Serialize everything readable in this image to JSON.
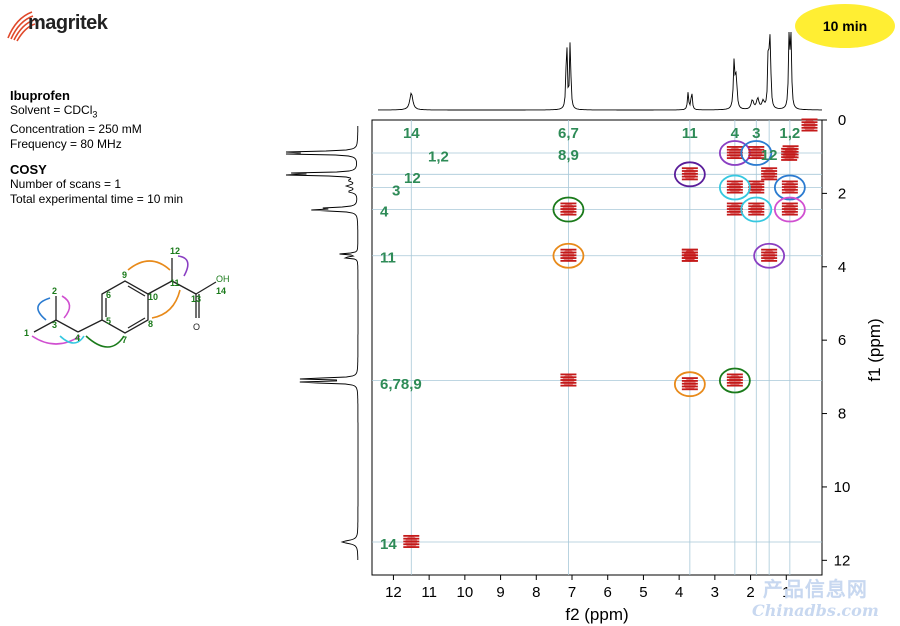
{
  "logo": {
    "text": "magritek"
  },
  "badge": {
    "text": "10 min"
  },
  "info": {
    "compound": "Ibuprofen",
    "solvent_prefix": "Solvent = CDCl",
    "solvent_sub": "3",
    "concentration": "Concentration = 250 mM",
    "frequency": "Frequency = 80 MHz",
    "experiment": "COSY",
    "scans": "Number of scans = 1",
    "total_time": "Total experimental time = 10 min"
  },
  "molecule": {
    "labels": {
      "c1": "1",
      "c2": "2",
      "c3": "3",
      "c4": "4",
      "c5": "5",
      "c6": "6",
      "c7": "7",
      "c8": "8",
      "c9": "9",
      "c10": "10",
      "c11": "11",
      "c12": "12",
      "c13": "13",
      "c14": "14",
      "o": "O",
      "oh": "OH"
    }
  },
  "watermark": {
    "cn": "产品信息网",
    "en": "Chinadbs.com"
  },
  "chart_data": {
    "type": "scatter",
    "xlabel": "f2 (ppm)",
    "ylabel": "f1 (ppm)",
    "xlim": [
      12.6,
      0.0
    ],
    "ylim": [
      0.0,
      12.4
    ],
    "xticks": [
      12,
      11,
      10,
      9,
      8,
      7,
      6,
      5,
      4,
      3,
      2,
      1
    ],
    "yticks": [
      0,
      2,
      4,
      6,
      8,
      10,
      12
    ],
    "diagonal_peaks": [
      {
        "x": 0.88,
        "y": 0.88
      },
      {
        "x": 0.92,
        "y": 0.95
      },
      {
        "x": 1.48,
        "y": 1.48
      },
      {
        "x": 1.84,
        "y": 1.84
      },
      {
        "x": 2.44,
        "y": 2.44
      },
      {
        "x": 3.7,
        "y": 3.7
      },
      {
        "x": 7.1,
        "y": 7.1
      },
      {
        "x": 11.5,
        "y": 11.5
      },
      {
        "x": 0.35,
        "y": 0.15
      }
    ],
    "cross_peaks": [
      {
        "x": 2.44,
        "y": 0.9,
        "color": "#8a3fc2"
      },
      {
        "x": 1.84,
        "y": 0.9,
        "color": "#2b7bd0"
      },
      {
        "x": 3.7,
        "y": 1.48,
        "color": "#5a1d9a"
      },
      {
        "x": 2.44,
        "y": 1.84,
        "color": "#35c8e0"
      },
      {
        "x": 0.9,
        "y": 1.84,
        "color": "#2b7bd0"
      },
      {
        "x": 1.84,
        "y": 2.44,
        "color": "#35c8e0"
      },
      {
        "x": 0.9,
        "y": 2.44,
        "color": "#d04fd0"
      },
      {
        "x": 7.1,
        "y": 2.44,
        "color": "#1a7a1a"
      },
      {
        "x": 7.1,
        "y": 3.7,
        "color": "#e88a1a"
      },
      {
        "x": 3.7,
        "y": 3.7,
        "color": null
      },
      {
        "x": 1.48,
        "y": 3.7,
        "color": "#8a3fc2"
      },
      {
        "x": 3.7,
        "y": 7.2,
        "color": "#e88a1a"
      },
      {
        "x": 2.44,
        "y": 7.1,
        "color": "#1a7a1a"
      }
    ],
    "top_labels": [
      {
        "text": "14",
        "x": 11.5
      },
      {
        "text": "6,7",
        "x": 7.1
      },
      {
        "text": "11",
        "x": 3.7
      },
      {
        "text": "4",
        "x": 2.44
      },
      {
        "text": "3",
        "x": 1.84
      },
      {
        "text": "1,2",
        "x": 0.9
      },
      {
        "text": "8,9",
        "x": 7.1
      },
      {
        "text": "12",
        "x": 1.48
      }
    ],
    "side_labels": [
      {
        "text": "1,2",
        "y": 1.0
      },
      {
        "text": "12",
        "y": 1.58
      },
      {
        "text": "3",
        "y": 1.92
      },
      {
        "text": "4",
        "y": 2.5
      },
      {
        "text": "11",
        "y": 3.75
      },
      {
        "text": "6,78,9",
        "y": 7.2
      },
      {
        "text": "14",
        "y": 11.55
      }
    ],
    "projection_peaks": [
      {
        "ppm": 11.5,
        "height": 0.22,
        "width": 0.05
      },
      {
        "ppm": 7.15,
        "height": 0.95,
        "width": 0.02
      },
      {
        "ppm": 7.05,
        "height": 0.9,
        "width": 0.02
      },
      {
        "ppm": 3.75,
        "height": 0.22,
        "width": 0.02
      },
      {
        "ppm": 3.65,
        "height": 0.25,
        "width": 0.02
      },
      {
        "ppm": 2.46,
        "height": 0.62,
        "width": 0.025
      },
      {
        "ppm": 2.4,
        "height": 0.4,
        "width": 0.025
      },
      {
        "ppm": 1.95,
        "height": 0.12,
        "width": 0.04
      },
      {
        "ppm": 1.8,
        "height": 0.14,
        "width": 0.04
      },
      {
        "ppm": 1.65,
        "height": 0.1,
        "width": 0.04
      },
      {
        "ppm": 1.5,
        "height": 0.9,
        "width": 0.02
      },
      {
        "ppm": 1.45,
        "height": 0.88,
        "width": 0.02
      },
      {
        "ppm": 0.92,
        "height": 1.0,
        "width": 0.02
      },
      {
        "ppm": 0.87,
        "height": 0.97,
        "width": 0.02
      }
    ],
    "colors": {
      "peak": "#c41a1a",
      "label": "#2e8b57",
      "gridline": "#a8c8d8"
    }
  }
}
